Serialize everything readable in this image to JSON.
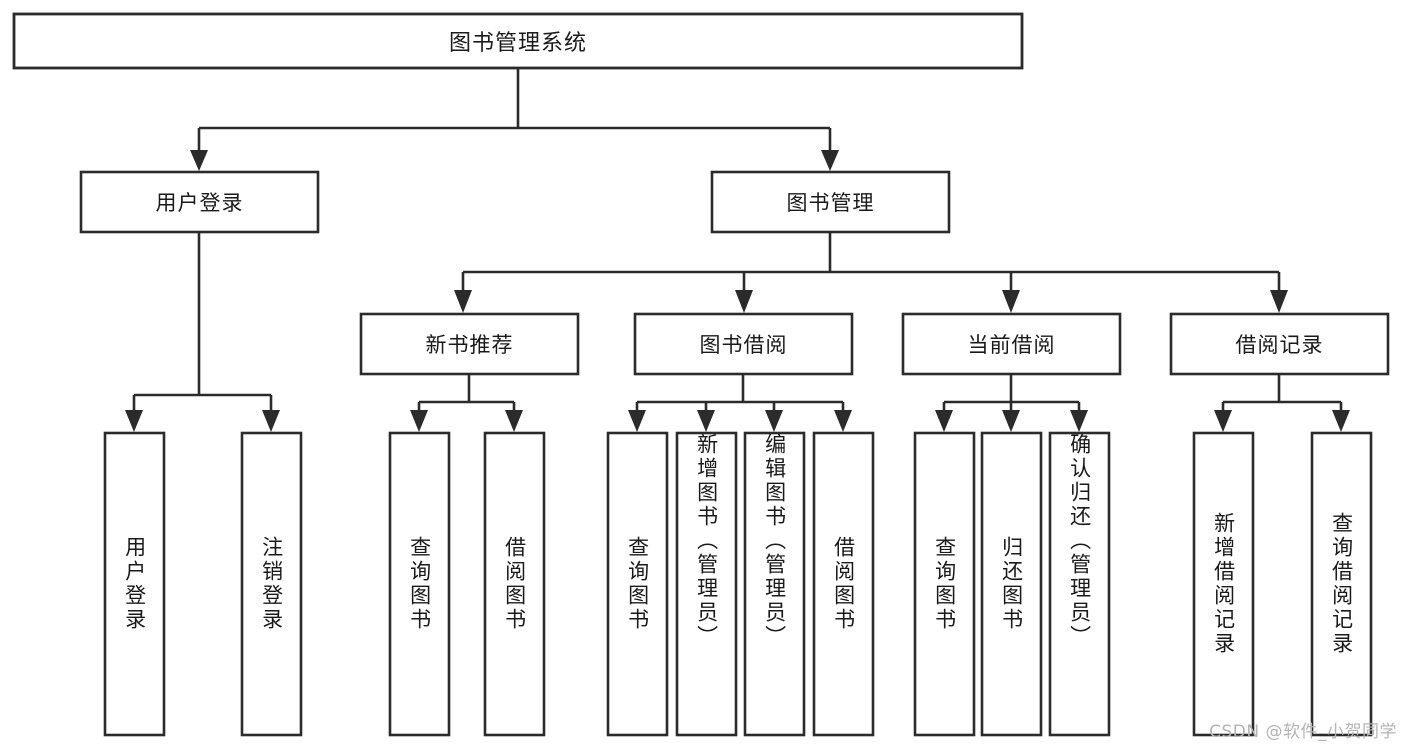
{
  "diagram": {
    "title": "图书管理系统",
    "type": "tree",
    "watermark": "CSDN @软件_小贺同学",
    "colors": {
      "box_stroke": "#2b2b2b",
      "box_fill": "#ffffff",
      "connector": "#2b2b2b",
      "text": "#1a1a1a",
      "background": "#ffffff",
      "watermark": "#b4b4b4"
    },
    "root": {
      "label": "图书管理系统"
    },
    "level1": [
      {
        "label": "用户登录"
      },
      {
        "label": "图书管理"
      }
    ],
    "level2": [
      {
        "label": "新书推荐"
      },
      {
        "label": "图书借阅"
      },
      {
        "label": "当前借阅"
      },
      {
        "label": "借阅记录"
      }
    ],
    "leaves": {
      "user_login": [
        {
          "label": "用户登录"
        },
        {
          "label": "注销登录"
        }
      ],
      "new_book_recommend": [
        {
          "label": "查询图书"
        },
        {
          "label": "借阅图书"
        }
      ],
      "book_borrow": [
        {
          "label": "查询图书"
        },
        {
          "label": "新增图书（管理员）"
        },
        {
          "label": "编辑图书（管理员）"
        },
        {
          "label": "借阅图书"
        }
      ],
      "current_borrow": [
        {
          "label": "查询图书"
        },
        {
          "label": "归还图书"
        },
        {
          "label": "确认归还（管理员）"
        }
      ],
      "borrow_record": [
        {
          "label": "新增借阅记录"
        },
        {
          "label": "查询借阅记录"
        }
      ]
    }
  }
}
